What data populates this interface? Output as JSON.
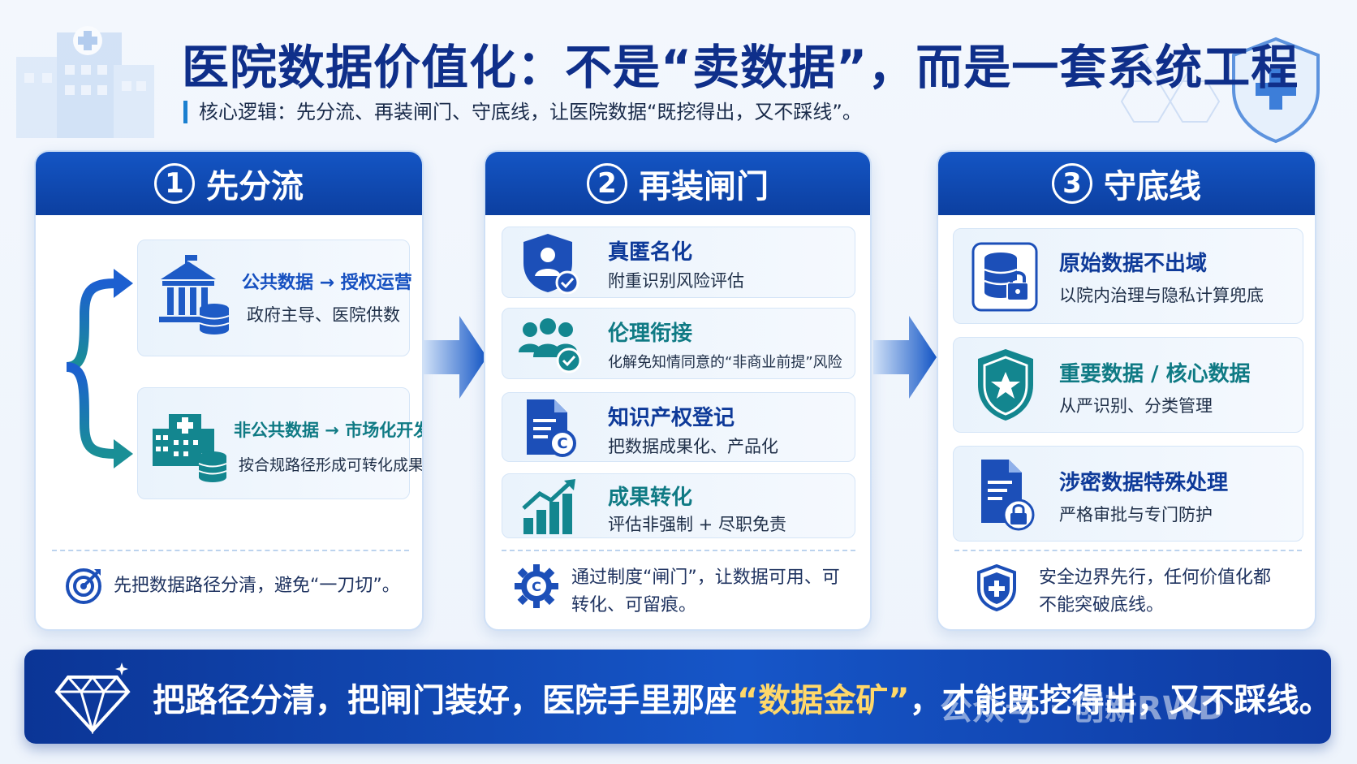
{
  "header": {
    "title": "医院数据价值化：不是“卖数据”，而是一套系统工程",
    "subtitle": "核心逻辑：先分流、再装闸门、守底线，让医院数据“既挖得出，又不踩线”。"
  },
  "panels": [
    {
      "num": "1",
      "title": "先分流",
      "cards": [
        {
          "title": "公共数据 → 授权运营",
          "sub": "政府主导、医院供数",
          "icon": "government-building-database-icon"
        },
        {
          "title": "非公共数据 → 市场化开发",
          "sub": "按合规路径形成可转化成果",
          "icon": "hospital-database-icon"
        }
      ],
      "footer": "先把数据路径分清，避免“一刀切”。",
      "footer_icon": "target-icon"
    },
    {
      "num": "2",
      "title": "再装闸门",
      "cards": [
        {
          "title": "真匿名化",
          "sub": "附重识别风险评估",
          "icon": "user-shield-icon"
        },
        {
          "title": "伦理衔接",
          "sub": "化解免知情同意的“非商业前提”风险",
          "icon": "group-check-icon"
        },
        {
          "title": "知识产权登记",
          "sub": "把数据成果化、产品化",
          "icon": "copyright-document-icon"
        },
        {
          "title": "成果转化",
          "sub": "评估非强制 + 尽职免责",
          "icon": "growth-chart-icon"
        }
      ],
      "footer": "通过制度“闸门”，让数据可用、可转化、可留痕。",
      "footer_icon": "gear-copyright-icon"
    },
    {
      "num": "3",
      "title": "守底线",
      "cards": [
        {
          "title": "原始数据不出域",
          "sub": "以院内治理与隐私计算兜底",
          "icon": "database-lock-icon"
        },
        {
          "title": "重要数据 / 核心数据",
          "sub": "从严识别、分类管理",
          "icon": "star-shield-icon"
        },
        {
          "title": "涉密数据特殊处理",
          "sub": "严格审批与专门防护",
          "icon": "document-lock-icon"
        }
      ],
      "footer": "安全边界先行，任何价值化都不能突破底线。",
      "footer_icon": "shield-plus-icon"
    }
  ],
  "banner": {
    "part1": "把路径分清，把闸门装好，医院手里那座",
    "highlight": "“数据金矿”",
    "part2": "，才能既挖得出，又不踩线。"
  },
  "watermark": "公众号 · 创新RWD",
  "colors": {
    "primary": "#0c3fa0",
    "teal": "#0f7a84",
    "gold": "#ffd86a"
  }
}
